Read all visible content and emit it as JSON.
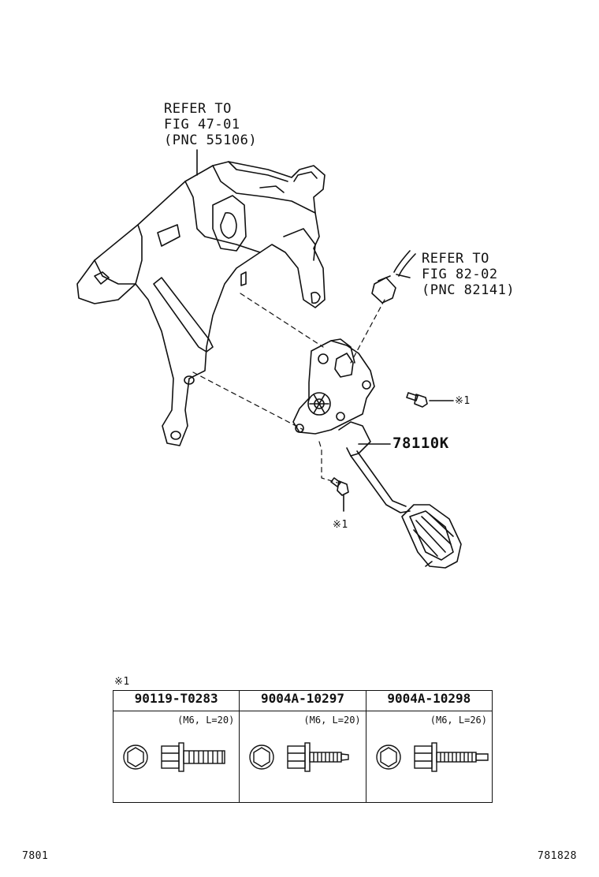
{
  "callouts": {
    "refer_bracket": [
      "REFER TO",
      "FIG 47-01",
      "(PNC 55106)"
    ],
    "refer_connector": [
      "REFER TO",
      "FIG 82-02",
      "(PNC 82141)"
    ],
    "part_number": "78110K",
    "bolt_marker_right": "※1",
    "bolt_marker_lower": "※1"
  },
  "bolt_table": {
    "marker": "※1",
    "columns": [
      {
        "part_no": "90119-T0283",
        "spec": "(M6, L=20)"
      },
      {
        "part_no": "9004A-10297",
        "spec": "(M6, L=20)"
      },
      {
        "part_no": "9004A-10298",
        "spec": "(M6, L=26)"
      }
    ]
  },
  "footer": {
    "left_code": "7801",
    "right_code": "781828"
  }
}
